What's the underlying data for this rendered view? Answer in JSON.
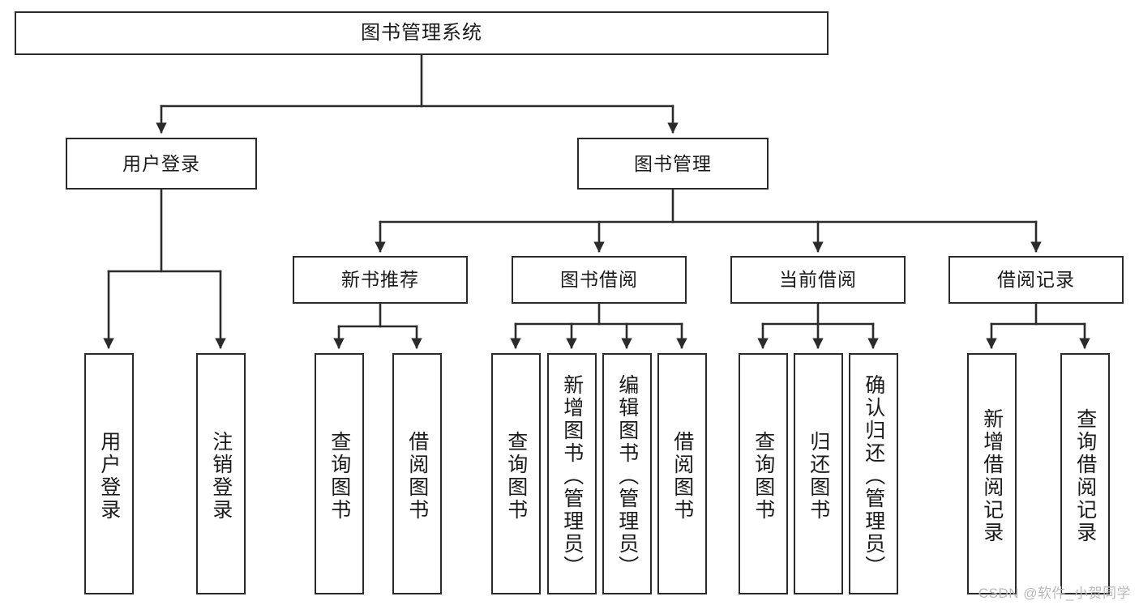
{
  "diagram": {
    "title": "图书管理系统",
    "type": "tree",
    "watermark": "CSDN @软件_小贺同学",
    "style": {
      "box_border_color": "#2b2b2b",
      "box_fill_color": "#ffffff",
      "line_color": "#333333",
      "text_color": "#1a1a1a",
      "background": "#ffffff"
    },
    "root": {
      "label": "图书管理系统"
    },
    "level2": [
      {
        "label": "用户登录"
      },
      {
        "label": "图书管理"
      }
    ],
    "level3": [
      {
        "label": "新书推荐"
      },
      {
        "label": "图书借阅"
      },
      {
        "label": "当前借阅"
      },
      {
        "label": "借阅记录"
      }
    ],
    "leaves": {
      "user_login": [
        {
          "label": "用户登录"
        },
        {
          "label": "注销登录"
        }
      ],
      "new_book_recommend": [
        {
          "label": "查询图书"
        },
        {
          "label": "借阅图书"
        }
      ],
      "book_borrow": [
        {
          "label": "查询图书"
        },
        {
          "label": "新增图书（管理员）"
        },
        {
          "label": "编辑图书（管理员）"
        },
        {
          "label": "借阅图书"
        }
      ],
      "current_borrow": [
        {
          "label": "查询图书"
        },
        {
          "label": "归还图书"
        },
        {
          "label": "确认归还（管理员）"
        }
      ],
      "borrow_record": [
        {
          "label": "新增借阅记录"
        },
        {
          "label": "查询借阅记录"
        }
      ]
    }
  }
}
